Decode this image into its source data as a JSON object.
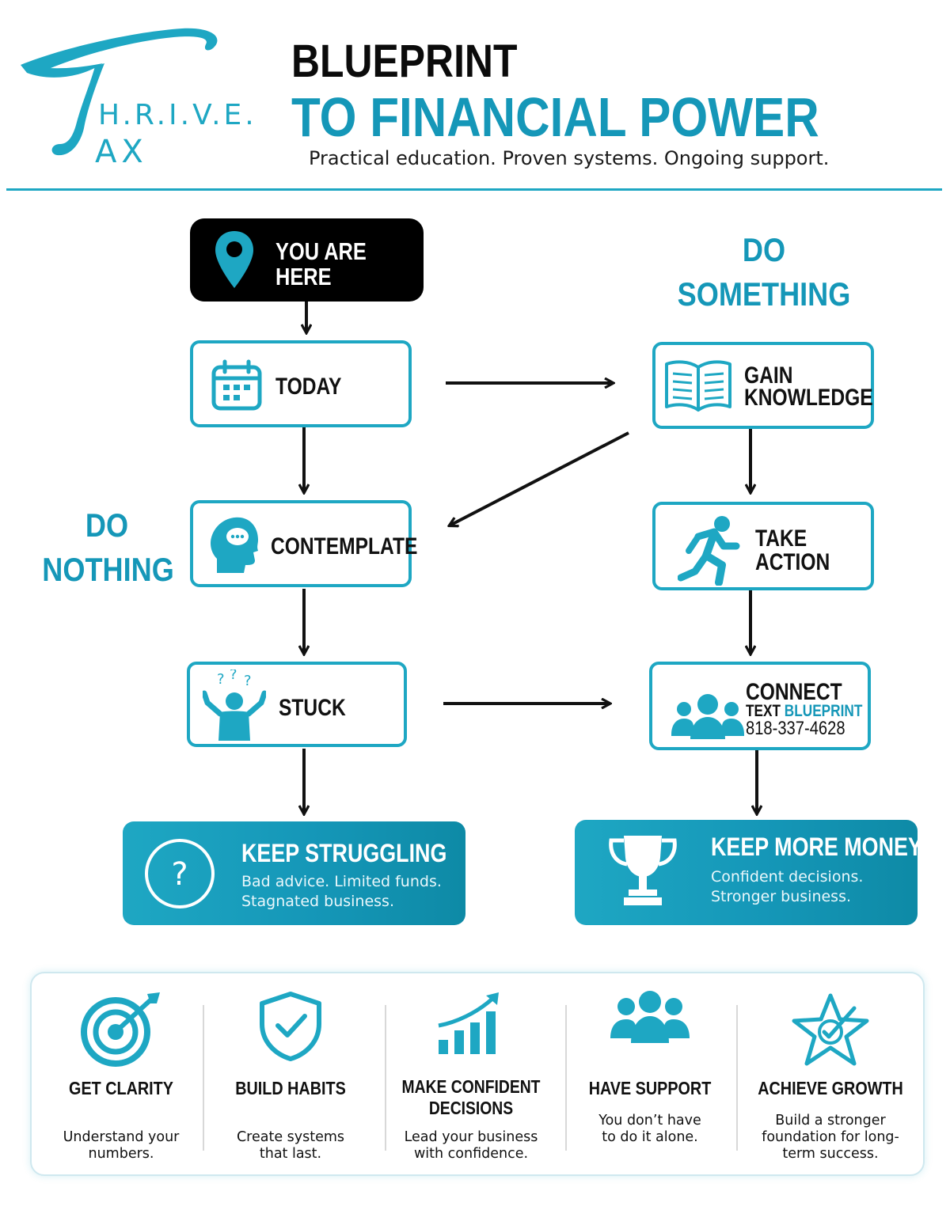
{
  "brand": {
    "line1": "H.R.I.V.E.",
    "line2": "AX",
    "accent": "#1ea7c3",
    "accent_dark": "#1597b8"
  },
  "header": {
    "title_1": "BLUEPRINT",
    "title_2": "TO FINANCIAL POWER",
    "tagline": "Practical education. Proven systems. Ongoing support."
  },
  "flow": {
    "start": {
      "label_1": "YOU ARE",
      "label_2": "HERE",
      "icon": "map-pin-icon"
    },
    "do_nothing": {
      "line_1": "DO",
      "line_2": "NOTHING"
    },
    "do_something": {
      "line_1": "DO",
      "line_2": "SOMETHING"
    },
    "today": {
      "label": "TODAY",
      "icon": "calendar-icon"
    },
    "contemplate": {
      "label": "CONTEMPLATE",
      "icon": "head-thinking-icon"
    },
    "stuck": {
      "label": "STUCK",
      "icon": "confused-person-icon"
    },
    "gain_knowledge": {
      "label_1": "GAIN",
      "label_2": "KNOWLEDGE",
      "icon": "open-book-icon"
    },
    "take_action": {
      "label_1": "TAKE",
      "label_2": "ACTION",
      "icon": "runner-icon"
    },
    "connect": {
      "label": "CONNECT",
      "text_prefix": "TEXT",
      "keyword": "BLUEPRINT",
      "phone": "818-337-4628",
      "icon": "group-icon"
    }
  },
  "outcomes": {
    "struggle": {
      "title": "KEEP STRUGGLING",
      "line_1": "Bad advice. Limited funds.",
      "line_2": "Stagnated business.",
      "icon": "question-circle-icon"
    },
    "money": {
      "title": "KEEP MORE MONEY",
      "line_1": "Confident decisions.",
      "line_2": "Stronger business.",
      "icon": "trophy-icon"
    }
  },
  "benefits": [
    {
      "title": "GET CLARITY",
      "text_1": "Understand your",
      "text_2": "numbers.",
      "text_3": "",
      "icon": "target-icon"
    },
    {
      "title": "BUILD HABITS",
      "text_1": "Create systems",
      "text_2": "that last.",
      "text_3": "",
      "icon": "shield-check-icon"
    },
    {
      "title_1": "MAKE CONFIDENT",
      "title_2": "DECISIONS",
      "text_1": "Lead your business",
      "text_2": "with confidence.",
      "text_3": "",
      "icon": "growth-chart-icon"
    },
    {
      "title": "HAVE SUPPORT",
      "text_1": "You don’t have",
      "text_2": "to do it alone.",
      "text_3": "",
      "icon": "team-icon"
    },
    {
      "title": "ACHIEVE GROWTH",
      "text_1": "Build a stronger",
      "text_2": "foundation for long-",
      "text_3": "term success.",
      "icon": "star-check-icon"
    }
  ]
}
